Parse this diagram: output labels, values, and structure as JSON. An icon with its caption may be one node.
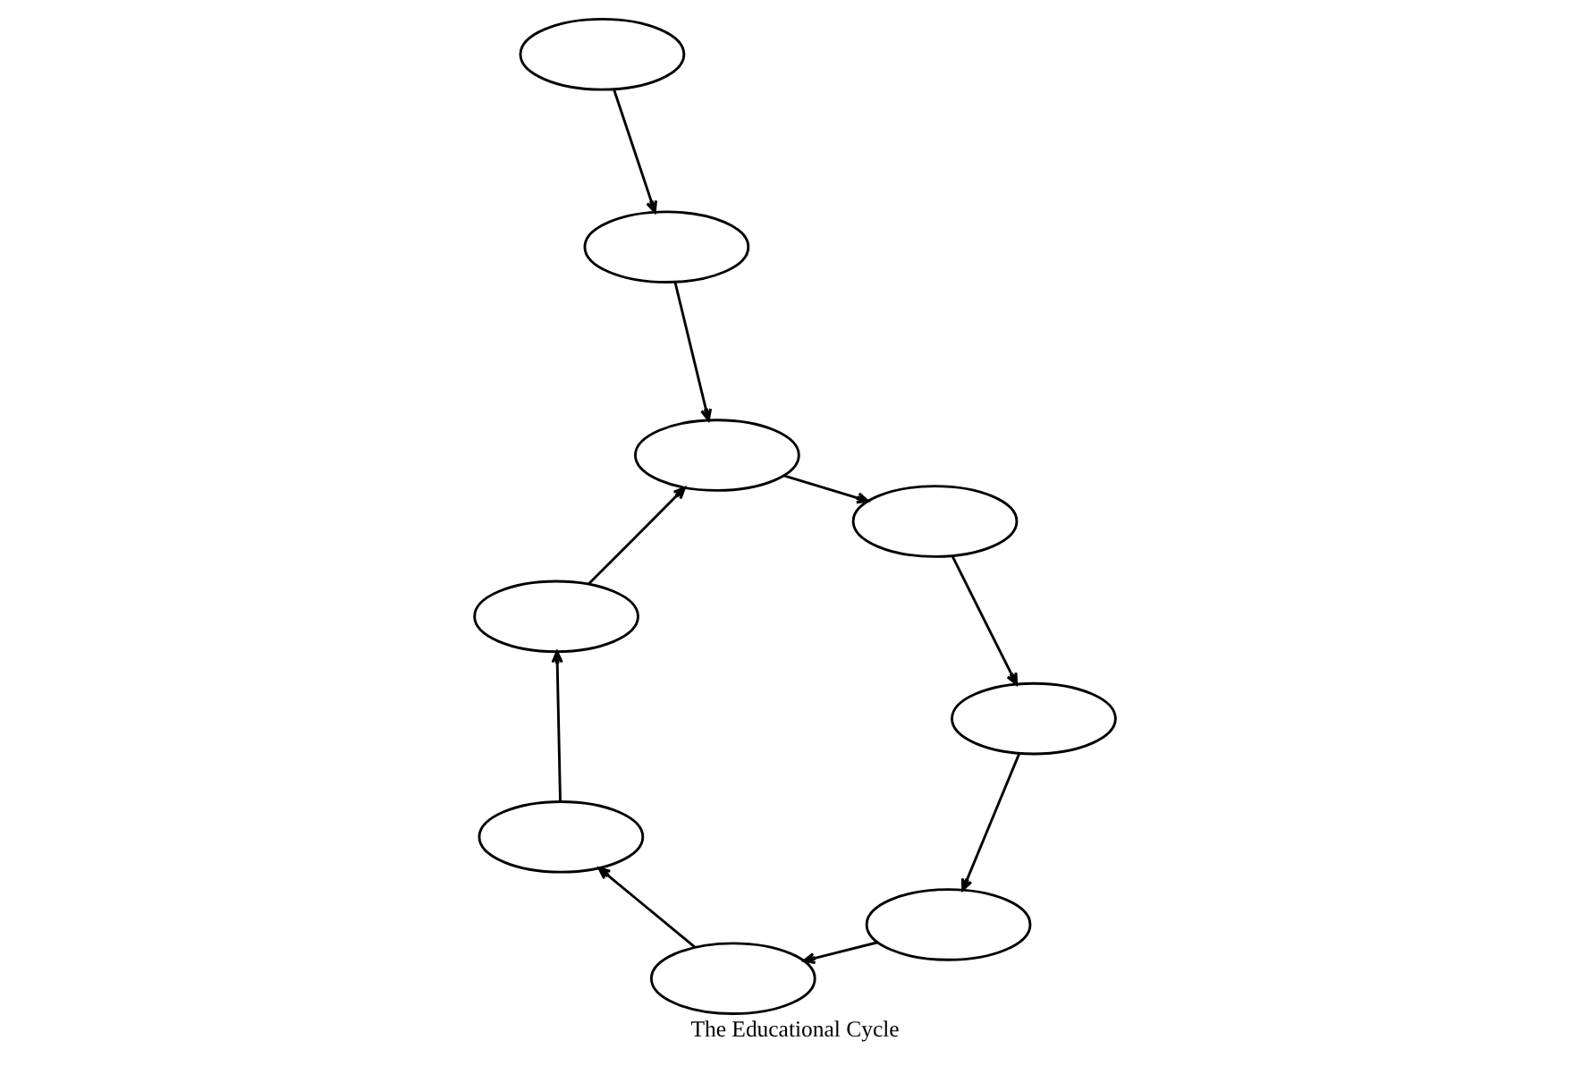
{
  "diagram": {
    "title": "The Educational Cycle",
    "nodes": [
      {
        "text": [],
        "shape": "ellipse"
      },
      {
        "text": [],
        "shape": "ellipse"
      },
      {
        "text": [],
        "shape": "ellipse"
      },
      {
        "text": [],
        "shape": "ellipse"
      },
      {
        "text": [],
        "shape": "ellipse"
      },
      {
        "text": [],
        "shape": "ellipse"
      },
      {
        "text": [],
        "shape": "ellipse"
      },
      {
        "text": [],
        "shape": "ellipse"
      },
      {
        "text": [],
        "shape": "ellipse"
      }
    ],
    "edges": [
      {
        "from": 0,
        "to": 1,
        "arrow": "to"
      },
      {
        "from": 1,
        "to": 3,
        "arrow": "to"
      },
      {
        "from": 2,
        "to": 3,
        "arrow": "to"
      },
      {
        "from": 3,
        "to": 5,
        "arrow": "to"
      },
      {
        "from": 5,
        "to": 7,
        "arrow": "to"
      },
      {
        "from": 7,
        "to": 8,
        "arrow": "to"
      },
      {
        "from": 8,
        "to": 6,
        "arrow": "to"
      },
      {
        "from": 6,
        "to": 4,
        "arrow": "to"
      },
      {
        "from": 4,
        "to": 2,
        "arrow": "to"
      }
    ]
  }
}
